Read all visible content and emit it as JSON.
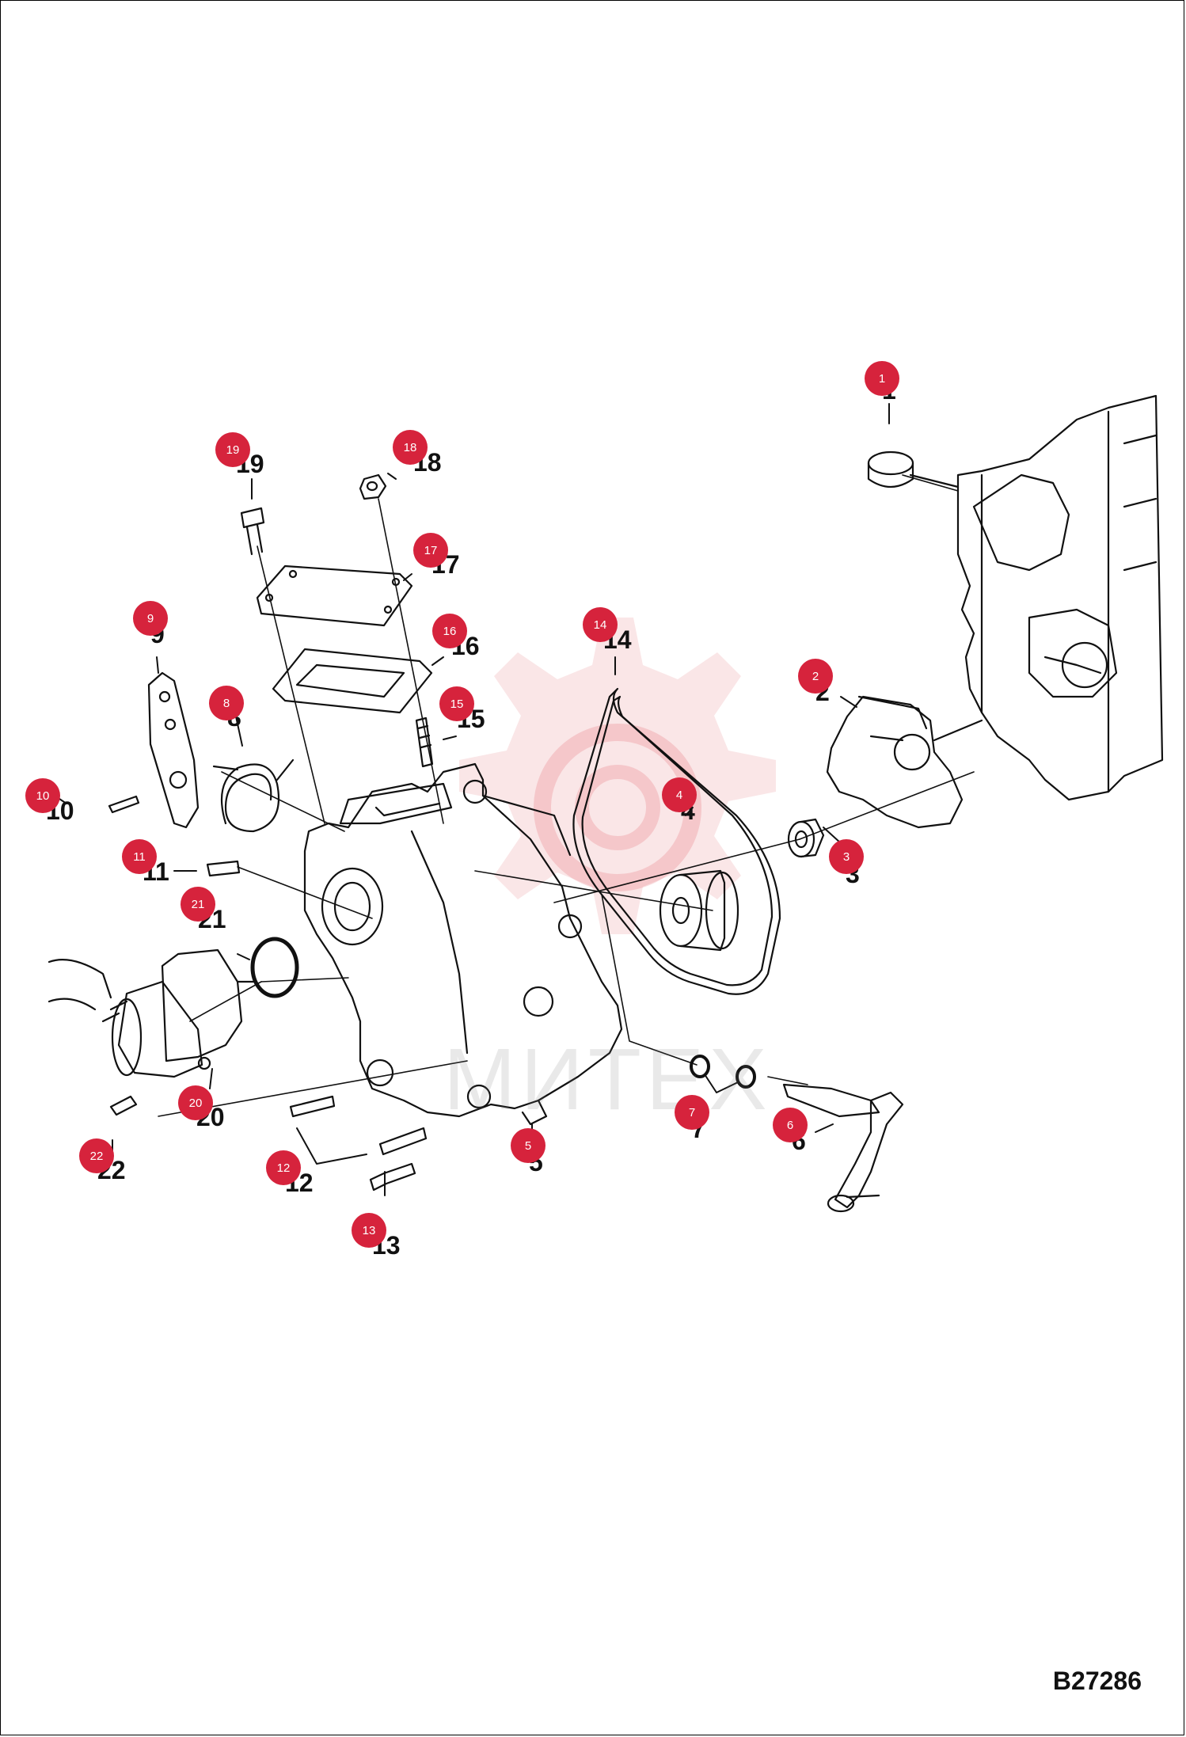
{
  "diagram_code": "B27286",
  "watermark_text": "МИТЕХ",
  "accent_color": "#d6233c",
  "callouts": [
    {
      "id": "1",
      "label": "1"
    },
    {
      "id": "2",
      "label": "2"
    },
    {
      "id": "3",
      "label": "3"
    },
    {
      "id": "4",
      "label": "4"
    },
    {
      "id": "5",
      "label": "5"
    },
    {
      "id": "6",
      "label": "6"
    },
    {
      "id": "7",
      "label": "7"
    },
    {
      "id": "8",
      "label": "8"
    },
    {
      "id": "9",
      "label": "9"
    },
    {
      "id": "10",
      "label": "10"
    },
    {
      "id": "11",
      "label": "11"
    },
    {
      "id": "12",
      "label": "12"
    },
    {
      "id": "13",
      "label": "13"
    },
    {
      "id": "14",
      "label": "14"
    },
    {
      "id": "15",
      "label": "15"
    },
    {
      "id": "16",
      "label": "16"
    },
    {
      "id": "17",
      "label": "17"
    },
    {
      "id": "18",
      "label": "18"
    },
    {
      "id": "19",
      "label": "19"
    },
    {
      "id": "20",
      "label": "20"
    },
    {
      "id": "21",
      "label": "21"
    },
    {
      "id": "22",
      "label": "22"
    }
  ]
}
